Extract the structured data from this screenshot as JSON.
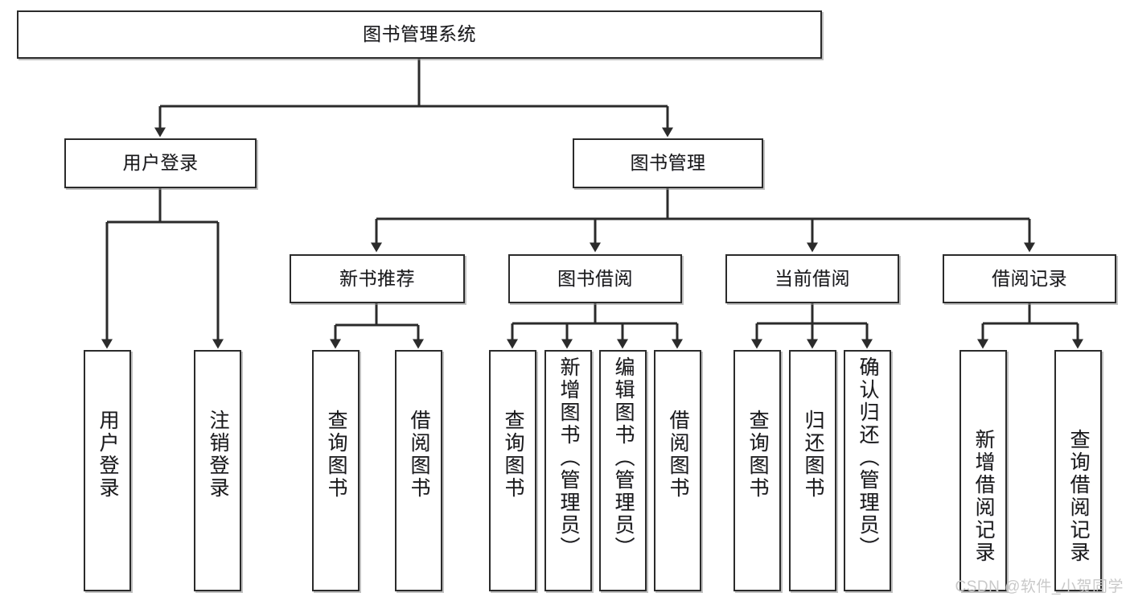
{
  "diagram": {
    "type": "tree-hierarchy",
    "title": "图书管理系统",
    "watermark": "CSDN @软件_小贺同学",
    "colors": {
      "background": "#ffffff",
      "box_border": "#2b2b2b",
      "box_fill": "#ffffff",
      "connector": "#2b2b2b",
      "text": "#1a1a1a",
      "watermark": "#c9c9c9"
    },
    "nodes": {
      "root": {
        "label": "图书管理系统"
      },
      "level1": [
        {
          "id": "user-login",
          "label": "用户登录"
        },
        {
          "id": "book-manage",
          "label": "图书管理"
        }
      ],
      "level2": [
        {
          "id": "new-book-recommend",
          "label": "新书推荐"
        },
        {
          "id": "book-borrow",
          "label": "图书借阅"
        },
        {
          "id": "current-borrow",
          "label": "当前借阅"
        },
        {
          "id": "borrow-record",
          "label": "借阅记录"
        }
      ],
      "leaves": [
        {
          "id": "leaf-user-login",
          "parent": "user-login",
          "label": "用户登录"
        },
        {
          "id": "leaf-logout",
          "parent": "user-login",
          "label": "注销登录"
        },
        {
          "id": "leaf-query-book-1",
          "parent": "new-book-recommend",
          "label": "查询图书"
        },
        {
          "id": "leaf-borrow-book-1",
          "parent": "new-book-recommend",
          "label": "借阅图书"
        },
        {
          "id": "leaf-query-book-2",
          "parent": "book-borrow",
          "label": "查询图书"
        },
        {
          "id": "leaf-add-book",
          "parent": "book-borrow",
          "label": "新增图书（管理员）"
        },
        {
          "id": "leaf-edit-book",
          "parent": "book-borrow",
          "label": "编辑图书（管理员）"
        },
        {
          "id": "leaf-borrow-book-2",
          "parent": "book-borrow",
          "label": "借阅图书"
        },
        {
          "id": "leaf-query-book-3",
          "parent": "current-borrow",
          "label": "查询图书"
        },
        {
          "id": "leaf-return-book",
          "parent": "current-borrow",
          "label": "归还图书"
        },
        {
          "id": "leaf-confirm-return",
          "parent": "current-borrow",
          "label": "确认归还（管理员）"
        },
        {
          "id": "leaf-add-record",
          "parent": "borrow-record",
          "label": "新增借阅记录"
        },
        {
          "id": "leaf-query-record",
          "parent": "borrow-record",
          "label": "查询借阅记录"
        }
      ]
    }
  }
}
